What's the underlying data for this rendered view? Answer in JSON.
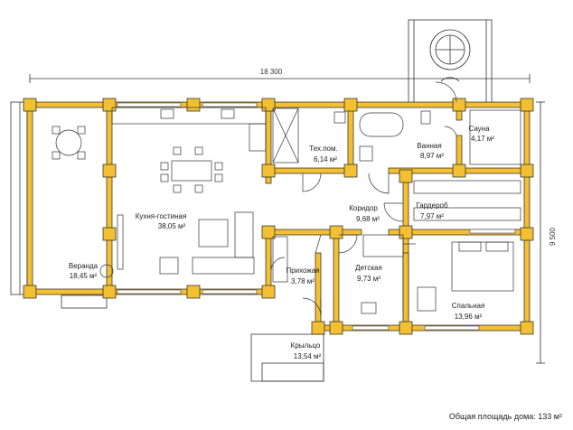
{
  "dimensions": {
    "width_label": "18 300",
    "height_label": "9 500"
  },
  "rooms": [
    {
      "id": "veranda",
      "name": "Веранда",
      "area": "18,45 м²"
    },
    {
      "id": "kitchen",
      "name": "Кухня-гостиная",
      "area": "38,05 м²"
    },
    {
      "id": "tech",
      "name": "Тех.пом.",
      "area": "6,14 м²"
    },
    {
      "id": "bath",
      "name": "Ванная",
      "area": "8,97 м²"
    },
    {
      "id": "sauna",
      "name": "Сауна",
      "area": "4,17 м²"
    },
    {
      "id": "corridor",
      "name": "Коридор",
      "area": "9,68 м²"
    },
    {
      "id": "wardrobe",
      "name": "Гардероб",
      "area": "7,97 м²"
    },
    {
      "id": "hall",
      "name": "Прихожая",
      "area": "3,78 м²"
    },
    {
      "id": "kids",
      "name": "Детская",
      "area": "9,73 м²"
    },
    {
      "id": "bedroom",
      "name": "Спальная",
      "area": "13,96 м²"
    },
    {
      "id": "porch",
      "name": "Крыльцо",
      "area": "13,54 м²"
    }
  ],
  "footer": {
    "total_area": "Общая площадь дома: 133 м²"
  },
  "colors": {
    "wall": "#f2c032",
    "line": "#222222"
  }
}
